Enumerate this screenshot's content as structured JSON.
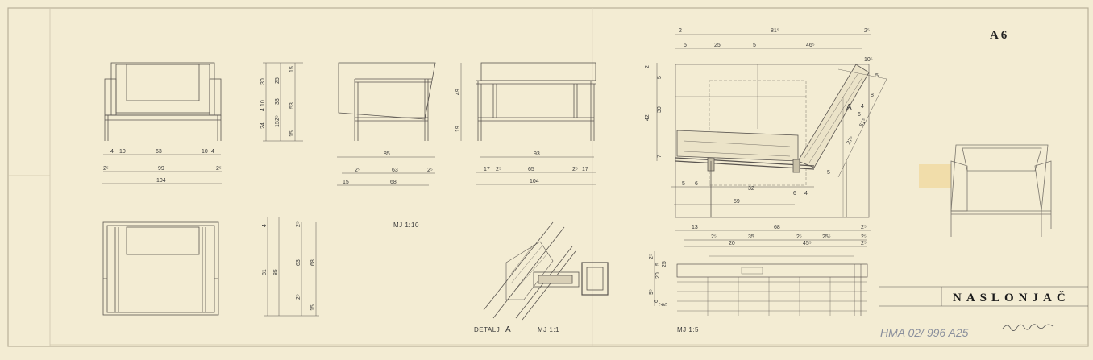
{
  "sheet": {
    "id": "A 6",
    "title": "NASLONJAČ",
    "archive_ref": "HMA 02/ 996 A25"
  },
  "scales": {
    "main": "MJ  1:10",
    "detail_label": "DETALJ",
    "detail_marker": "A",
    "detail_scale": "MJ  1:1",
    "section_scale": "MJ  1:5"
  },
  "front_view": {
    "dims_top": [
      "4",
      "10",
      "63",
      "10",
      "4"
    ],
    "dims_mid": [
      "2⁵",
      "99",
      "2⁵"
    ],
    "dims_bottom": [
      "104"
    ]
  },
  "height_dims": {
    "left": [
      "30",
      "24",
      "10",
      "4",
      "15",
      "2⁵"
    ],
    "right": [
      "25",
      "33",
      "15",
      "53",
      "15"
    ]
  },
  "side_view": {
    "dims_top": [
      "85"
    ],
    "dims_mid": [
      "2⁵",
      "63",
      "2⁵"
    ],
    "dims_bottom": [
      "15",
      "68"
    ]
  },
  "back_view": {
    "heights": [
      "49",
      "19"
    ],
    "dims_top": [
      "93"
    ],
    "dims_mid": [
      "17",
      "2⁵",
      "65",
      "2⁵",
      "17"
    ],
    "dims_bottom": [
      "104"
    ]
  },
  "plan_view": {
    "heights_left": [
      "4",
      "81"
    ],
    "heights_mid": [
      "85"
    ],
    "heights_right": [
      "2⁵",
      "63",
      "68",
      "2⁵",
      "15"
    ]
  },
  "section": {
    "dims_top": [
      "81⁵",
      "2",
      "2⁵"
    ],
    "dims_row2": [
      "5",
      "25",
      "5",
      "46⁵"
    ],
    "heights": [
      "2",
      "5",
      "30",
      "42",
      "7"
    ],
    "back_dims": [
      "10⁵",
      "5",
      "8",
      "4",
      "6",
      "27⁵",
      "51⁵",
      "5"
    ],
    "dims_bottom": [
      "5",
      "6",
      "32",
      "6",
      "4"
    ],
    "dims_total": [
      "59"
    ],
    "marker": "A"
  },
  "elevation_section": {
    "dims_top": [
      "13",
      "68",
      "2⁵"
    ],
    "dims_mid": [
      "2⁵",
      "35",
      "2⁵",
      "25⁵",
      "2⁵"
    ],
    "dims_sub": [
      "20",
      "45⁵",
      "2⁵"
    ],
    "heights": [
      "2⁵",
      "5",
      "25",
      "20"
    ],
    "heights_low": [
      "9⁵",
      "6",
      "2",
      "5"
    ]
  }
}
